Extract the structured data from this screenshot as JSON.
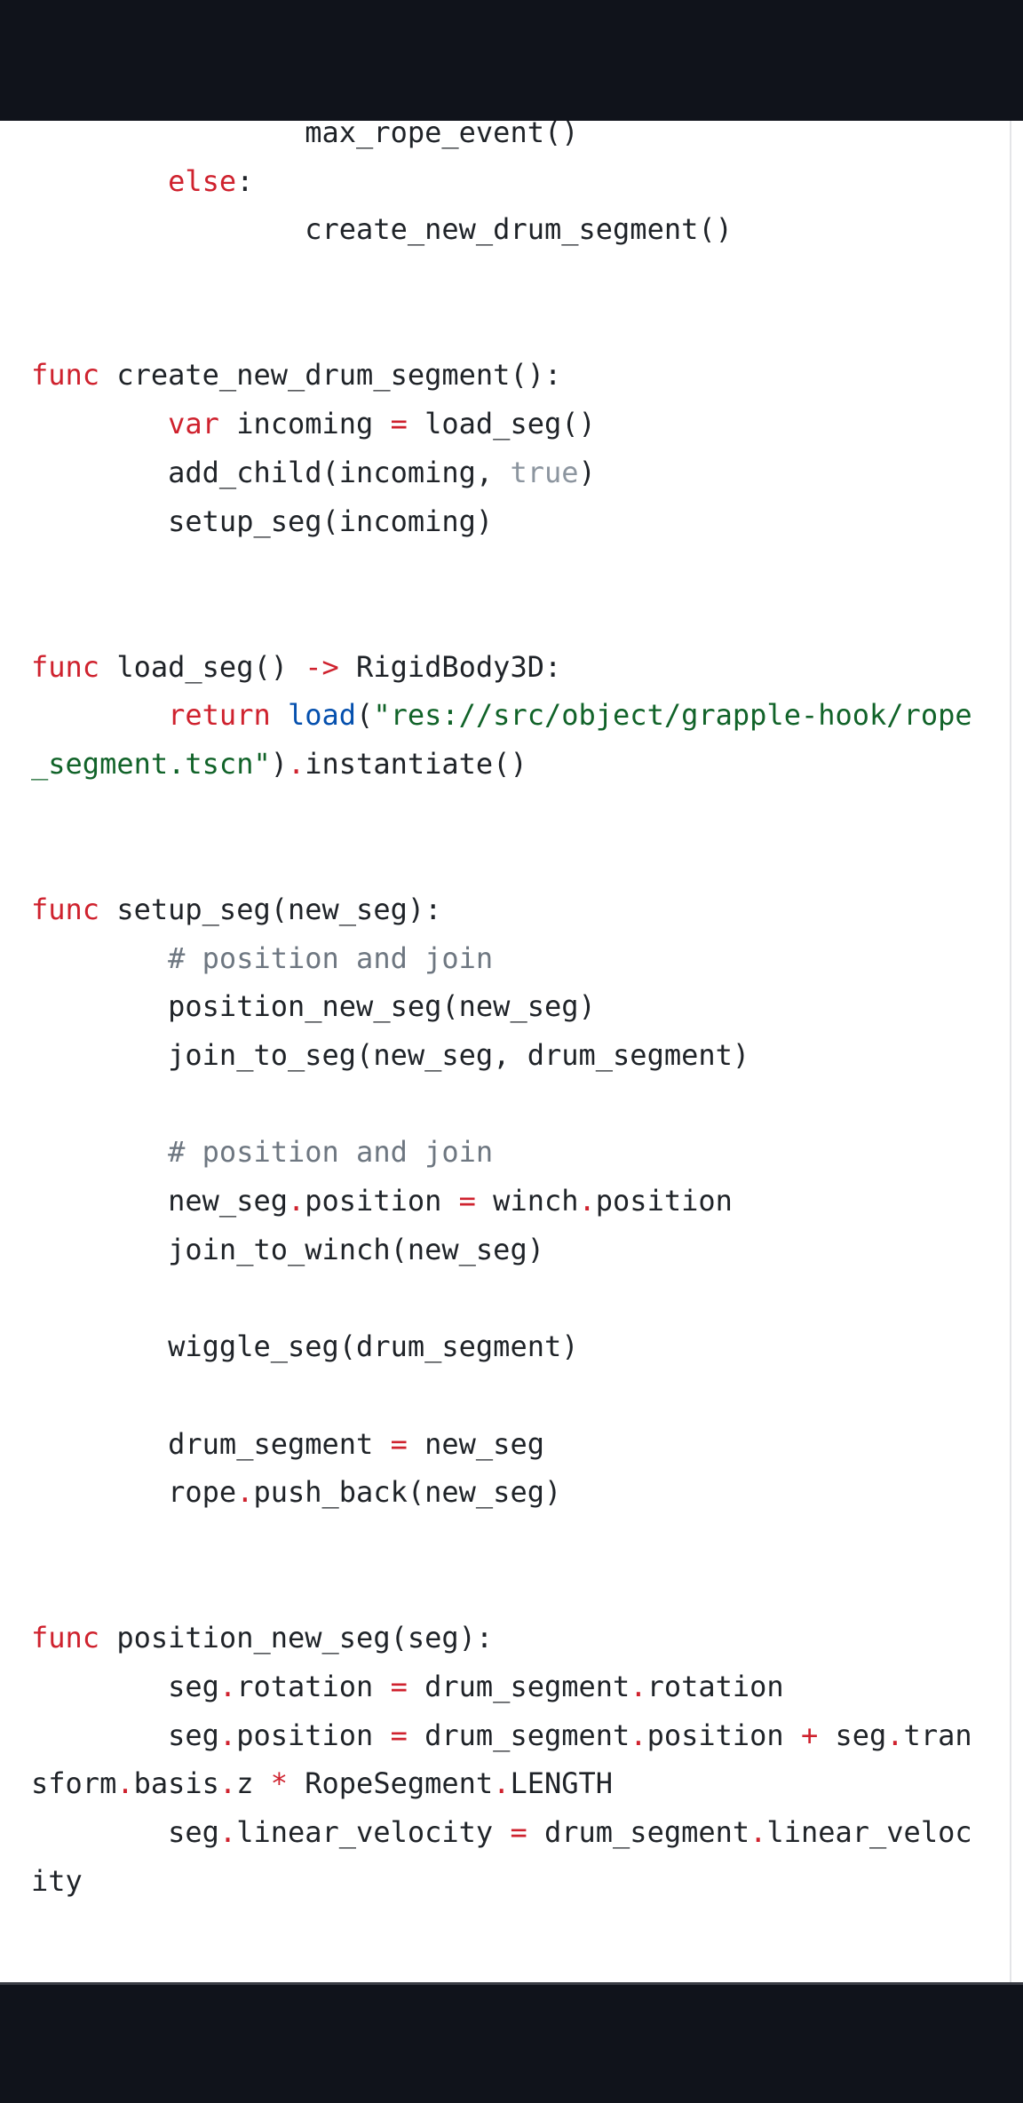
{
  "code": {
    "lines": [
      [
        [
          "                max_rope_event()",
          "plain"
        ]
      ],
      [
        [
          "        ",
          "plain"
        ],
        [
          "else",
          "kw"
        ],
        [
          ":",
          "plain"
        ]
      ],
      [
        [
          "                create_new_drum_segment()",
          "plain"
        ]
      ],
      [],
      [],
      [
        [
          "func",
          "kw"
        ],
        [
          " create_new_drum_segment():",
          "plain"
        ]
      ],
      [
        [
          "        ",
          "plain"
        ],
        [
          "var",
          "kw"
        ],
        [
          " incoming ",
          "plain"
        ],
        [
          "=",
          "op"
        ],
        [
          " load_seg()",
          "plain"
        ]
      ],
      [
        [
          "        add_child(incoming, ",
          "plain"
        ],
        [
          "true",
          "lit"
        ],
        [
          ")",
          "plain"
        ]
      ],
      [
        [
          "        setup_seg(incoming)",
          "plain"
        ]
      ],
      [],
      [],
      [
        [
          "func",
          "kw"
        ],
        [
          " load_seg() ",
          "plain"
        ],
        [
          "->",
          "op"
        ],
        [
          " RigidBody3D:",
          "plain"
        ]
      ],
      [
        [
          "        ",
          "plain"
        ],
        [
          "return",
          "kw"
        ],
        [
          " ",
          "plain"
        ],
        [
          "load",
          "fn"
        ],
        [
          "(",
          "plain"
        ],
        [
          "\"res://src/object/grapple-hook/rope",
          "str"
        ]
      ],
      [
        [
          "_segment.tscn\"",
          "str"
        ],
        [
          ")",
          "plain"
        ],
        [
          ".",
          "op"
        ],
        [
          "instantiate()",
          "plain"
        ]
      ],
      [],
      [],
      [
        [
          "func",
          "kw"
        ],
        [
          " setup_seg(new_seg):",
          "plain"
        ]
      ],
      [
        [
          "        ",
          "plain"
        ],
        [
          "# position and join",
          "cm"
        ]
      ],
      [
        [
          "        position_new_seg(new_seg)",
          "plain"
        ]
      ],
      [
        [
          "        join_to_seg(new_seg, drum_segment)",
          "plain"
        ]
      ],
      [],
      [
        [
          "        ",
          "plain"
        ],
        [
          "# position and join",
          "cm"
        ]
      ],
      [
        [
          "        new_seg",
          "plain"
        ],
        [
          ".",
          "op"
        ],
        [
          "position ",
          "plain"
        ],
        [
          "=",
          "op"
        ],
        [
          " winch",
          "plain"
        ],
        [
          ".",
          "op"
        ],
        [
          "position",
          "plain"
        ]
      ],
      [
        [
          "        join_to_winch(new_seg)",
          "plain"
        ]
      ],
      [],
      [
        [
          "        wiggle_seg(drum_segment)",
          "plain"
        ]
      ],
      [],
      [
        [
          "        drum_segment ",
          "plain"
        ],
        [
          "=",
          "op"
        ],
        [
          " new_seg",
          "plain"
        ]
      ],
      [
        [
          "        rope",
          "plain"
        ],
        [
          ".",
          "op"
        ],
        [
          "push_back(new_seg)",
          "plain"
        ]
      ],
      [],
      [],
      [
        [
          "func",
          "kw"
        ],
        [
          " position_new_seg(seg):",
          "plain"
        ]
      ],
      [
        [
          "        seg",
          "plain"
        ],
        [
          ".",
          "op"
        ],
        [
          "rotation ",
          "plain"
        ],
        [
          "=",
          "op"
        ],
        [
          " drum_segment",
          "plain"
        ],
        [
          ".",
          "op"
        ],
        [
          "rotation",
          "plain"
        ]
      ],
      [
        [
          "        seg",
          "plain"
        ],
        [
          ".",
          "op"
        ],
        [
          "position ",
          "plain"
        ],
        [
          "=",
          "op"
        ],
        [
          " drum_segment",
          "plain"
        ],
        [
          ".",
          "op"
        ],
        [
          "position ",
          "plain"
        ],
        [
          "+",
          "op"
        ],
        [
          " seg",
          "plain"
        ],
        [
          ".",
          "op"
        ],
        [
          "tran",
          "plain"
        ]
      ],
      [
        [
          "sform",
          "plain"
        ],
        [
          ".",
          "op"
        ],
        [
          "basis",
          "plain"
        ],
        [
          ".",
          "op"
        ],
        [
          "z ",
          "plain"
        ],
        [
          "*",
          "op"
        ],
        [
          " RopeSegment",
          "plain"
        ],
        [
          ".",
          "op"
        ],
        [
          "LENGTH",
          "plain"
        ]
      ],
      [
        [
          "        seg",
          "plain"
        ],
        [
          ".",
          "op"
        ],
        [
          "linear_velocity ",
          "plain"
        ],
        [
          "=",
          "op"
        ],
        [
          " drum_segment",
          "plain"
        ],
        [
          ".",
          "op"
        ],
        [
          "linear_veloc",
          "plain"
        ]
      ],
      [
        [
          "ity",
          "plain"
        ]
      ]
    ]
  }
}
